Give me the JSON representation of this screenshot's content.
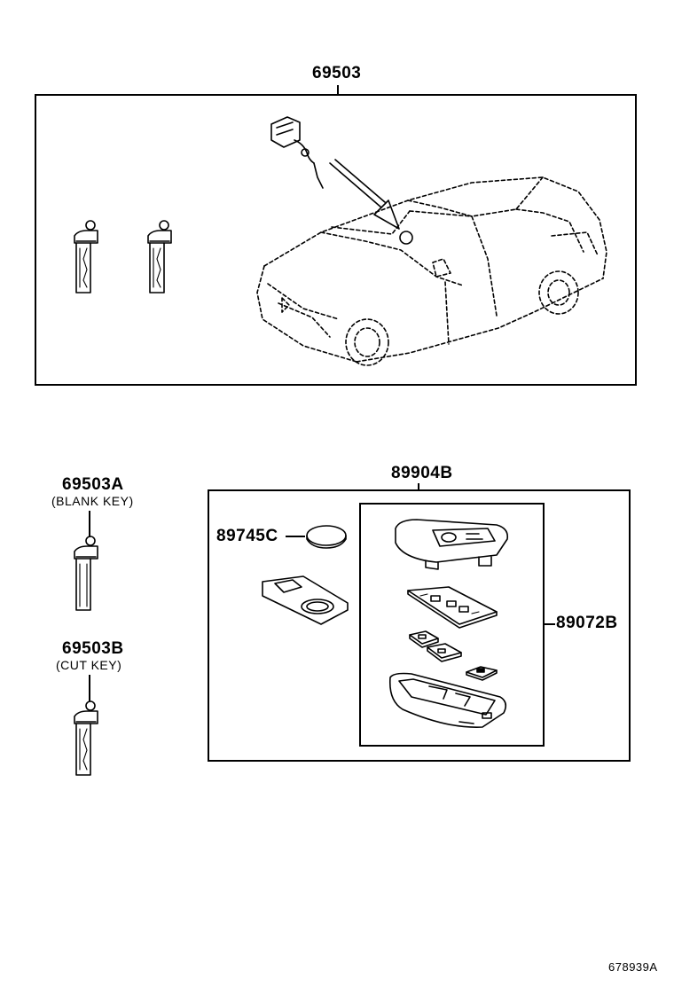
{
  "labels": {
    "top_assembly": "69503",
    "blank_key_part": "69503A",
    "blank_key_desc": "(BLANK KEY)",
    "cut_key_part": "69503B",
    "cut_key_desc": "(CUT KEY)",
    "transmitter_assy": "89904B",
    "battery_part": "89745C",
    "housing_part": "89072B"
  },
  "figure_ref": "678939A"
}
